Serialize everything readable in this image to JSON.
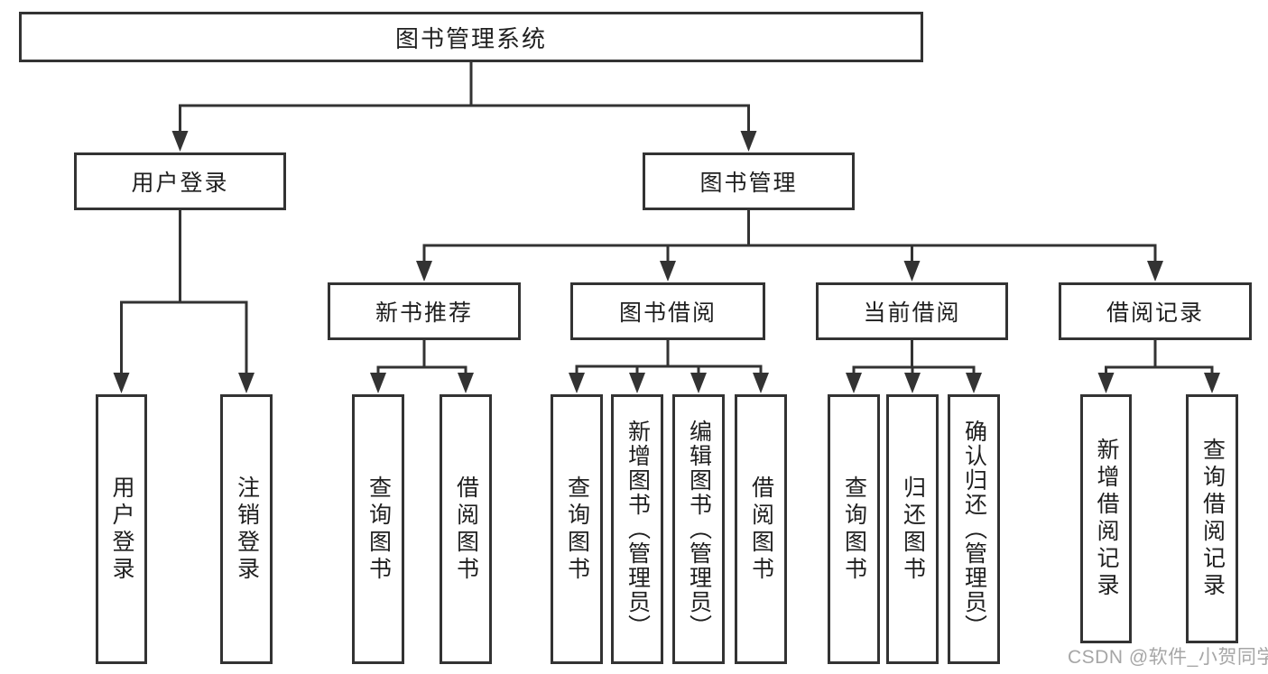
{
  "diagram": {
    "type": "hierarchy-tree",
    "root": {
      "label": "图书管理系统"
    },
    "level1": [
      {
        "id": "user-login",
        "label": "用户登录",
        "parent": "图书管理系统"
      },
      {
        "id": "book-management",
        "label": "图书管理",
        "parent": "图书管理系统"
      }
    ],
    "level2": [
      {
        "id": "new-book-recommend",
        "label": "新书推荐",
        "parent": "图书管理"
      },
      {
        "id": "book-borrow",
        "label": "图书借阅",
        "parent": "图书管理"
      },
      {
        "id": "current-borrow",
        "label": "当前借阅",
        "parent": "图书管理"
      },
      {
        "id": "borrow-records",
        "label": "借阅记录",
        "parent": "图书管理"
      }
    ],
    "level3": [
      {
        "label": "用户登录",
        "parent": "用户登录"
      },
      {
        "label": "注销登录",
        "parent": "用户登录"
      },
      {
        "label": "查询图书",
        "parent": "新书推荐"
      },
      {
        "label": "借阅图书",
        "parent": "新书推荐"
      },
      {
        "label": "查询图书",
        "parent": "图书借阅"
      },
      {
        "label": "新增图书（管理员）",
        "parent": "图书借阅"
      },
      {
        "label": "编辑图书（管理员）",
        "parent": "图书借阅"
      },
      {
        "label": "借阅图书",
        "parent": "图书借阅"
      },
      {
        "label": "查询图书",
        "parent": "当前借阅"
      },
      {
        "label": "归还图书",
        "parent": "当前借阅"
      },
      {
        "label": "确认归还（管理员）",
        "parent": "当前借阅"
      },
      {
        "label": "新增借阅记录",
        "parent": "借阅记录"
      },
      {
        "label": "查询借阅记录",
        "parent": "借阅记录"
      }
    ]
  },
  "watermark": "CSDN @软件_小贺同学",
  "colors": {
    "line": "#333333",
    "box_border": "#333333",
    "text": "#1f1f1f",
    "watermark": "#a6a6a6",
    "background": "#ffffff"
  }
}
